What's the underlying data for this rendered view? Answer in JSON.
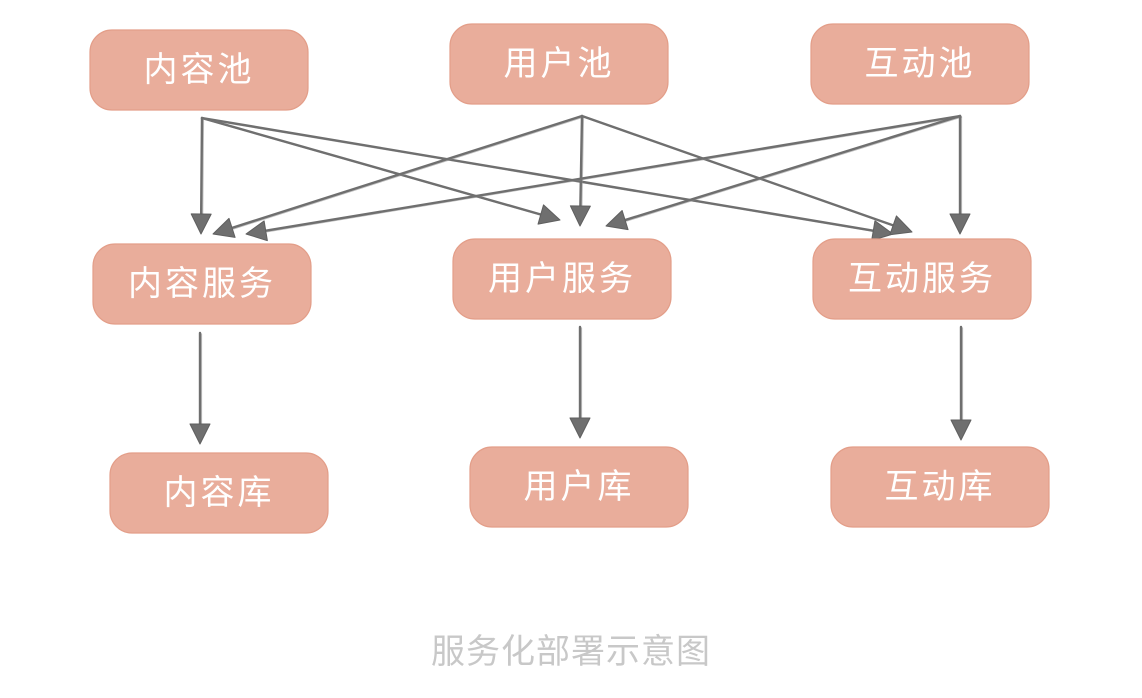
{
  "colors": {
    "node_fill": "#e9ad9b",
    "node_text": "#ffffff",
    "arrow": "#6f6f6f",
    "caption": "#c8c8c8"
  },
  "nodes": {
    "content_pool": "内容池",
    "user_pool": "用户池",
    "interaction_pool": "互动池",
    "content_service": "内容服务",
    "user_service": "用户服务",
    "interaction_service": "互动服务",
    "content_db": "内容库",
    "user_db": "用户库",
    "interaction_db": "互动库"
  },
  "edges": [
    {
      "from": "content_pool",
      "to": "content_service"
    },
    {
      "from": "content_pool",
      "to": "user_service"
    },
    {
      "from": "content_pool",
      "to": "interaction_service"
    },
    {
      "from": "user_pool",
      "to": "content_service"
    },
    {
      "from": "user_pool",
      "to": "user_service"
    },
    {
      "from": "user_pool",
      "to": "interaction_service"
    },
    {
      "from": "interaction_pool",
      "to": "content_service"
    },
    {
      "from": "interaction_pool",
      "to": "user_service"
    },
    {
      "from": "interaction_pool",
      "to": "interaction_service"
    },
    {
      "from": "content_service",
      "to": "content_db"
    },
    {
      "from": "user_service",
      "to": "user_db"
    },
    {
      "from": "interaction_service",
      "to": "interaction_db"
    }
  ],
  "caption": "服务化部署示意图"
}
